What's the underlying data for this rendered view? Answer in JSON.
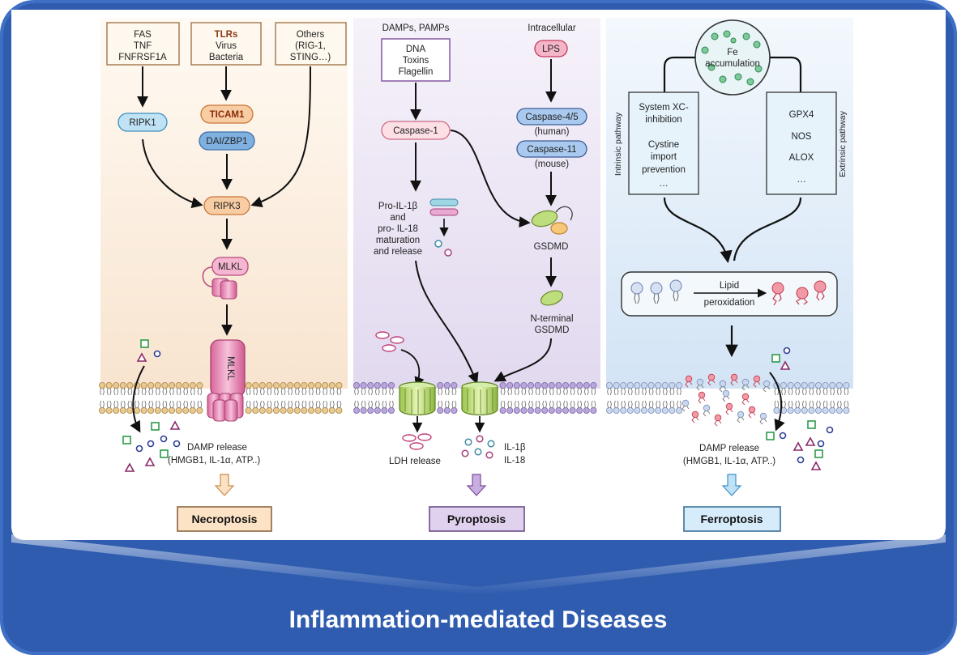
{
  "banner": {
    "title": "Inflammation-mediated Diseases"
  },
  "necroptosis": {
    "triggers": [
      {
        "lines": [
          "FAS",
          "TNF",
          "FNFRSF1A"
        ]
      },
      {
        "lines": [
          "TLRs",
          "Virus",
          "Bacteria"
        ]
      },
      {
        "lines": [
          "Others",
          "(RIG-1,",
          "STING…)"
        ]
      }
    ],
    "ripk1": "RIPK1",
    "ticam1": "TICAM1",
    "dai": "DAI/ZBP1",
    "ripk3": "RIPK3",
    "mlkl_top": "MLKL",
    "mlkl_pore": "MLKL",
    "damp_release": "DAMP release",
    "damp_detail": "(HMGB1, IL-1α,  ATP..)",
    "title": "Necroptosis"
  },
  "pyroptosis": {
    "damps_label": "DAMPs, PAMPs",
    "damps_box": [
      "DNA",
      "Toxins",
      "Flagellin"
    ],
    "intracellular": "Intracellular",
    "lps": "LPS",
    "caspase1": "Caspase-1",
    "caspase45": "Caspase-4/5",
    "human": "(human)",
    "caspase11": "Caspase-11",
    "mouse": "(mouse)",
    "il_maturation": [
      "Pro-IL-1β",
      "and",
      "pro- IL-18",
      "maturation",
      "and release"
    ],
    "gsdmd": "GSDMD",
    "nterm": [
      "N-terminal",
      "GSDMD"
    ],
    "ldh": "LDH release",
    "il1b": "IL-1β",
    "il18": "IL-18",
    "title": "Pyroptosis"
  },
  "ferroptosis": {
    "fe": [
      "Fe",
      "accumulation"
    ],
    "intrinsic": "Intrinsic pathway",
    "extrinsic": "Extrinsic pathway",
    "intrinsic_box": [
      "System XC-",
      "inhibition",
      "Cystine",
      "import",
      "prevention",
      "…"
    ],
    "extrinsic_box": [
      "GPX4",
      "NOS",
      "ALOX",
      "…"
    ],
    "lipid": [
      "Lipid",
      "peroxidation"
    ],
    "damp_release": "DAMP release",
    "damp_detail": "(HMGB1, IL-1α,  ATP..)",
    "title": "Ferroptosis"
  },
  "colors": {
    "frame_blue": "#3f6fc4",
    "necro_bg": "#fbe9d6",
    "pyro_bg": "#e7e0f0",
    "ferro_bg": "#dbe9f6",
    "necro_title_bg": "#fde3c6",
    "pyro_title_bg": "#e0d2ee",
    "ferro_title_bg": "#d6ecfb"
  }
}
